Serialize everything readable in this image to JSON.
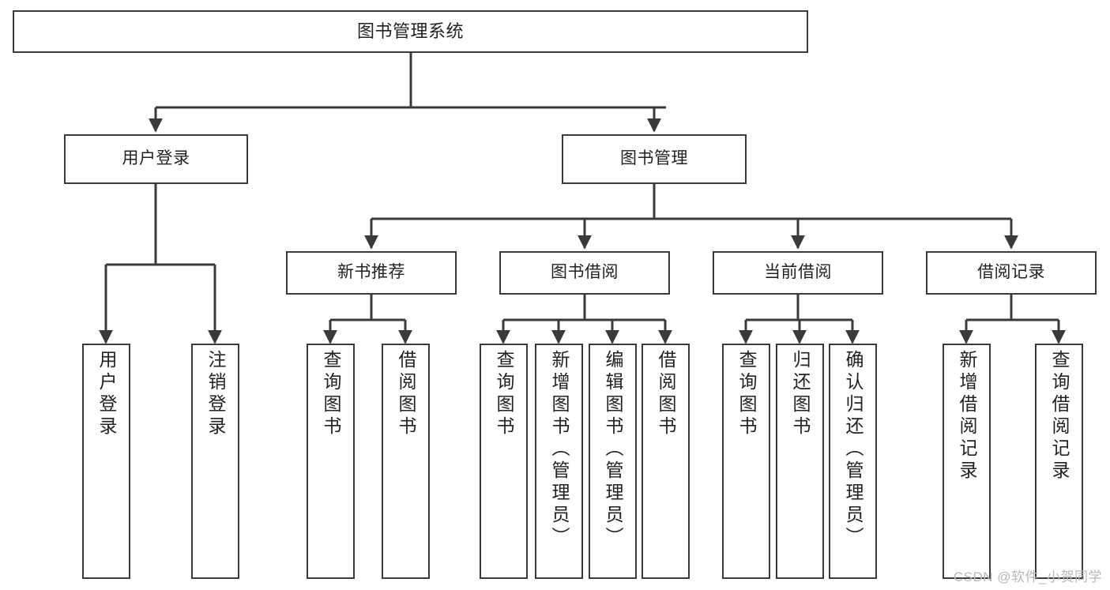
{
  "diagram": {
    "title": "图书管理系统",
    "type": "function-hierarchy-tree",
    "watermark": "CSDN @软件_小贺同学",
    "colors": {
      "stroke": "#3a3a3a",
      "background": "#ffffff",
      "text": "#222222",
      "watermark": "#b9b9b9"
    },
    "levels": {
      "level1": [
        {
          "id": "root",
          "label": "图书管理系统"
        }
      ],
      "level2": [
        {
          "id": "user-login",
          "label": "用户登录"
        },
        {
          "id": "book-manage",
          "label": "图书管理"
        }
      ],
      "level3": [
        {
          "id": "new-book-recommend",
          "label": "新书推荐"
        },
        {
          "id": "book-borrow",
          "label": "图书借阅"
        },
        {
          "id": "current-borrow",
          "label": "当前借阅"
        },
        {
          "id": "borrow-record",
          "label": "借阅记录"
        }
      ],
      "level4": [
        {
          "id": "leaf-user-login",
          "label": "用户登录",
          "parent": "user-login"
        },
        {
          "id": "leaf-logout-login",
          "label": "注销登录",
          "parent": "user-login"
        },
        {
          "id": "leaf-query-book-1",
          "label": "查询图书",
          "parent": "new-book-recommend"
        },
        {
          "id": "leaf-borrow-book-1",
          "label": "借阅图书",
          "parent": "new-book-recommend"
        },
        {
          "id": "leaf-query-book-2",
          "label": "查询图书",
          "parent": "book-borrow"
        },
        {
          "id": "leaf-add-book",
          "label": "新增图书（管理员）",
          "parent": "book-borrow"
        },
        {
          "id": "leaf-edit-book",
          "label": "编辑图书（管理员）",
          "parent": "book-borrow"
        },
        {
          "id": "leaf-borrow-book-2",
          "label": "借阅图书",
          "parent": "book-borrow"
        },
        {
          "id": "leaf-query-book-3",
          "label": "查询图书",
          "parent": "current-borrow"
        },
        {
          "id": "leaf-return-book",
          "label": "归还图书",
          "parent": "current-borrow"
        },
        {
          "id": "leaf-confirm-return",
          "label": "确认归还（管理员）",
          "parent": "current-borrow"
        },
        {
          "id": "leaf-add-record",
          "label": "新增借阅记录",
          "parent": "borrow-record"
        },
        {
          "id": "leaf-query-record",
          "label": "查询借阅记录",
          "parent": "borrow-record"
        }
      ]
    }
  }
}
